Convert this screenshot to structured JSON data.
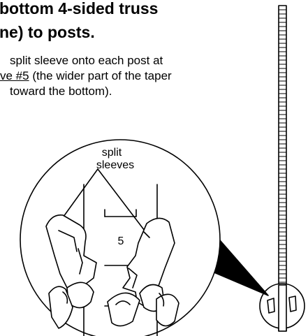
{
  "heading": {
    "line1": "bottom 4-sided truss",
    "line2": "ne) to posts."
  },
  "instructions": {
    "line1": "split sleeve onto each post at",
    "line2_underlined": "ve #5",
    "line2_rest": " (the wider part of the taper",
    "line3": "toward the bottom)."
  },
  "illustration": {
    "callout_line1": "split",
    "callout_line2": "sleeves",
    "post_marker": "5"
  }
}
